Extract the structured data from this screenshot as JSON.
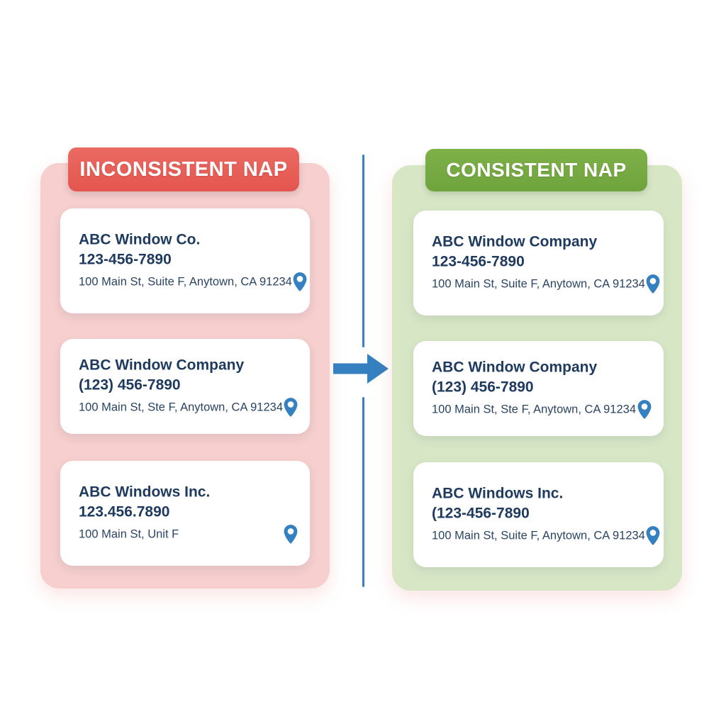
{
  "colors": {
    "bad_badge": "#E8615A",
    "good_badge": "#76AB41",
    "bad_panel": "#F6CFCE",
    "good_panel": "#D7E7C6",
    "text_navy": "#1E3A5F",
    "accent_blue": "#3580C0",
    "background": "#FFFFFF"
  },
  "left_panel": {
    "badge_label": "INCONSISTENT NAP",
    "cards": [
      {
        "name": "ABC Window Co.",
        "phone": "123-456-7890",
        "address": "100 Main St, Suite F, Anytown, CA 91234",
        "pin_icon": "map-pin-icon"
      },
      {
        "name": "ABC Window Company",
        "phone": "(123) 456-7890",
        "address": "100 Main St, Ste F, Anytown, CA 91234",
        "pin_icon": "map-pin-icon"
      },
      {
        "name": "ABC Windows Inc.",
        "phone": "123.456.7890",
        "address": "100 Main St, Unit F",
        "pin_icon": "map-pin-icon"
      }
    ]
  },
  "right_panel": {
    "badge_label": "CONSISTENT NAP",
    "cards": [
      {
        "name": "ABC Window Company",
        "phone": "123-456-7890",
        "address": "100 Main St, Suite F, Anytown, CA 91234",
        "pin_icon": "map-pin-icon"
      },
      {
        "name": "ABC Window Company",
        "phone": "(123) 456-7890",
        "address": "100 Main St, Ste F, Anytown, CA 91234",
        "pin_icon": "map-pin-icon"
      },
      {
        "name": "ABC Windows Inc.",
        "phone": "(123-456-7890",
        "address": "100 Main St, Suite F, Anytown, CA 91234",
        "pin_icon": "map-pin-icon"
      }
    ]
  },
  "center": {
    "arrow_icon": "arrow-right-icon",
    "divider_icon": "vertical-divider"
  }
}
